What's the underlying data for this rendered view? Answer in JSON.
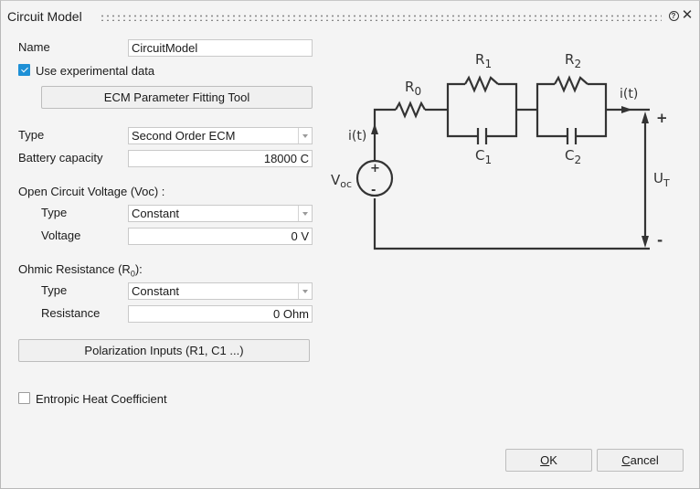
{
  "window": {
    "title": "Circuit Model",
    "help_icon": "help-circle-icon",
    "close_icon": "close-x-icon"
  },
  "form": {
    "name_label": "Name",
    "name_value": "CircuitModel",
    "use_experimental_label": "Use experimental data",
    "use_experimental_checked": true,
    "ecm_tool_button": "ECM Parameter Fitting Tool",
    "type_label": "Type",
    "type_value": "Second Order ECM",
    "capacity_label": "Battery capacity",
    "capacity_value": "18000 C",
    "ocv_section": "Open Circuit Voltage (Voc) :",
    "ocv_type_label": "Type",
    "ocv_type_value": "Constant",
    "ocv_voltage_label": "Voltage",
    "ocv_voltage_value": "0 V",
    "ohmic_section_prefix": "Ohmic Resistance (R",
    "ohmic_section_sub": "0",
    "ohmic_section_suffix": "):",
    "ohmic_type_label": "Type",
    "ohmic_type_value": "Constant",
    "ohmic_resistance_label": "Resistance",
    "ohmic_resistance_value": "0 Ohm",
    "polarization_button": "Polarization Inputs (R1, C1 ...)",
    "entropic_label": "Entropic Heat Coefficient",
    "entropic_checked": false
  },
  "diagram": {
    "r0": {
      "main": "R",
      "sub": "0"
    },
    "r1": {
      "main": "R",
      "sub": "1"
    },
    "r2": {
      "main": "R",
      "sub": "2"
    },
    "c1": {
      "main": "C",
      "sub": "1"
    },
    "c2": {
      "main": "C",
      "sub": "2"
    },
    "voc": {
      "main": "V",
      "sub": "oc"
    },
    "ut": {
      "main": "U",
      "sub": "T"
    },
    "current_left": "i(t)",
    "current_right": "i(t)",
    "plus": "+",
    "minus": "-",
    "source_plus": "+",
    "source_minus": "-"
  },
  "footer": {
    "ok_mnemonic": "O",
    "ok_rest": "K",
    "cancel_mnemonic": "C",
    "cancel_rest": "ancel"
  }
}
